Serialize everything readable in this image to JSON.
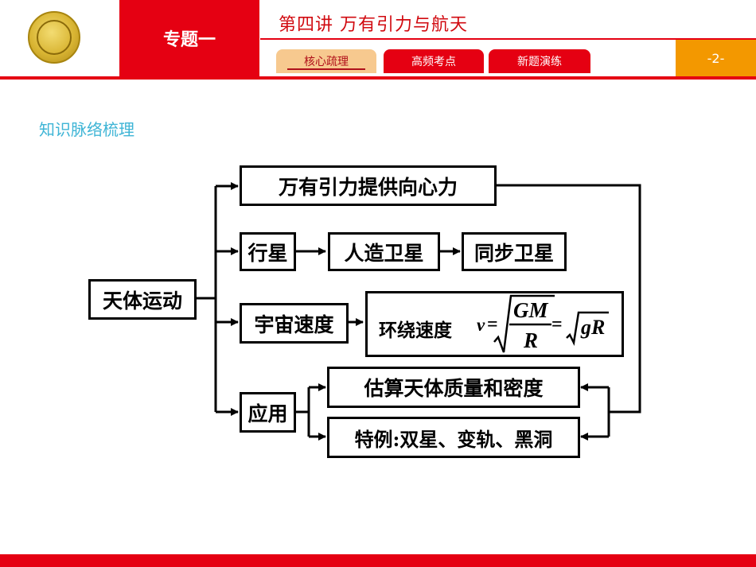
{
  "header": {
    "topic": "专题一",
    "lecture_title": "第四讲  万有引力与航天",
    "tabs": [
      {
        "label": "核心疏理",
        "active": true
      },
      {
        "label": "高频考点",
        "active": false
      },
      {
        "label": "新题演练",
        "active": false
      }
    ],
    "page_number": "-2-",
    "colors": {
      "brand_red": "#e50012",
      "page_orange": "#f39800",
      "tab_active": "#f7c98f",
      "section_title": "#3fb5d6"
    }
  },
  "section_title": "知识脉络梳理",
  "diagram": {
    "root": "天体运动",
    "top": "万有引力提供向心力",
    "planet": "行星",
    "artificial": "人造卫星",
    "sync": "同步卫星",
    "speed": "宇宙速度",
    "apply": "应用",
    "estimate": "估算天体质量和密度",
    "special": "特例:双星、变轨、黑洞",
    "formula": {
      "label": "环绕速度",
      "v": "v",
      "eq": "=",
      "numerator": "GM",
      "denominator": "R",
      "radicand2": "gR"
    }
  }
}
